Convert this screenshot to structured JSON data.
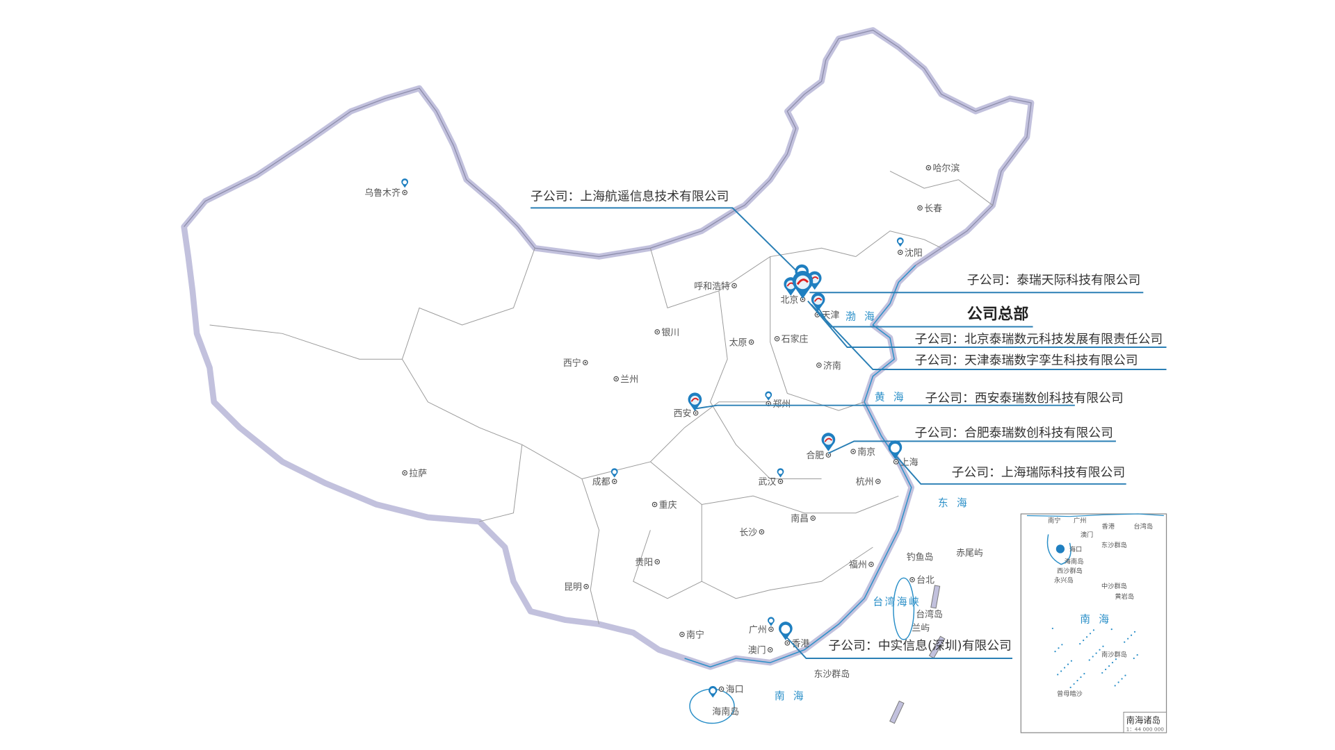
{
  "map": {
    "cities": [
      "乌鲁木齐",
      "哈尔滨",
      "长春",
      "沈阳",
      "呼和浩特",
      "北京",
      "天津",
      "银川",
      "太原",
      "石家庄",
      "济南",
      "西宁",
      "兰州",
      "西安",
      "郑州",
      "合肥",
      "南京",
      "上海",
      "杭州",
      "拉萨",
      "成都",
      "武汉",
      "重庆",
      "长沙",
      "南昌",
      "贵阳",
      "福州",
      "台北",
      "昆明",
      "南宁",
      "广州",
      "香港",
      "澳门",
      "海口"
    ],
    "islands": [
      "台湾岛",
      "东沙群岛",
      "海南岛",
      "钓鱼岛",
      "赤尾屿",
      "兰屿"
    ],
    "seas": [
      "渤海",
      "黄海",
      "东海",
      "南海",
      "台湾海峡"
    ],
    "colors": {
      "accent": "#2a7fb5",
      "border": "#b9b8d8",
      "coast": "#2a8fc8"
    }
  },
  "labels": {
    "sub_hangyao": "子公司：上海航遥信息技术有限公司",
    "sub_tianji": "子公司：泰瑞天际科技有限公司",
    "hq": "公司总部",
    "sub_shuyuan": "子公司：北京泰瑞数元科技发展有限责任公司",
    "sub_tianjin": "子公司：天津泰瑞数字孪生科技有限公司",
    "sub_xian": "子公司：西安泰瑞数创科技有限公司",
    "sub_hefei": "子公司：合肥泰瑞数创科技有限公司",
    "sub_shanghai": "子公司：上海瑞际科技有限公司",
    "sub_shenzhen": "子公司：中实信息(深圳)有限公司"
  },
  "inset": {
    "title": "南海诸岛",
    "scale": "1：44 000 000",
    "places": [
      "南宁",
      "广州",
      "香港",
      "澳门",
      "台湾岛",
      "海口",
      "海南岛",
      "东沙群岛",
      "西沙群岛",
      "永兴岛",
      "中沙群岛",
      "黄岩岛",
      "南沙群岛",
      "曾母暗沙"
    ],
    "sea": "南海"
  }
}
